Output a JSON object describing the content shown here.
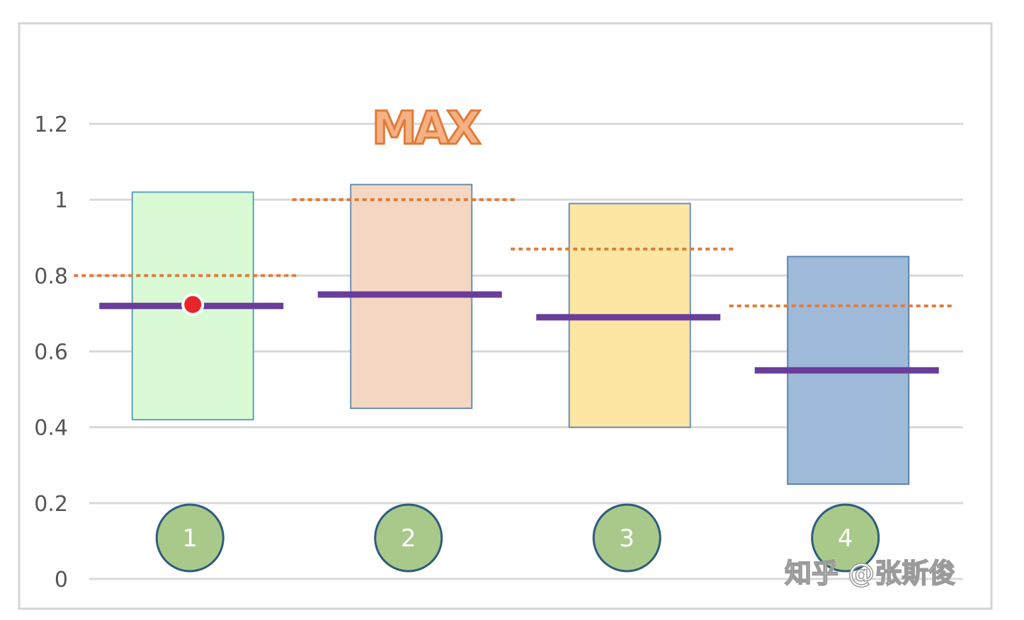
{
  "chart_data": {
    "type": "bar",
    "categories": [
      "1",
      "2",
      "3",
      "4"
    ],
    "ylim": [
      0,
      1.2
    ],
    "yticks": [
      "0",
      "0.2",
      "0.4",
      "0.6",
      "0.8",
      "1",
      "1.2"
    ],
    "grid": true,
    "boxes": [
      {
        "low": 0.42,
        "high": 1.02,
        "mean": 0.72,
        "max": 0.8,
        "color": "#d9fad4",
        "stroke": "#5ba3b8"
      },
      {
        "low": 0.45,
        "high": 1.04,
        "mean": 0.75,
        "max": 1.0,
        "color": "#f4d7c3",
        "stroke": "#6b8fb0"
      },
      {
        "low": 0.4,
        "high": 0.99,
        "mean": 0.69,
        "max": 0.87,
        "color": "#fce6a4",
        "stroke": "#6b8fb0"
      },
      {
        "low": 0.25,
        "high": 0.85,
        "mean": 0.55,
        "max": 0.72,
        "color": "#9fbad8",
        "stroke": "#5b82b0"
      }
    ],
    "highlight_point": {
      "category": "1",
      "value": 0.72,
      "color": "#e8262a"
    },
    "annotation": "MAX"
  },
  "watermark": "知乎 @张斯俊",
  "colors": {
    "mean_line": "#6a3d9a",
    "max_line": "#e07b39",
    "category_circle": "#a9c98a"
  }
}
